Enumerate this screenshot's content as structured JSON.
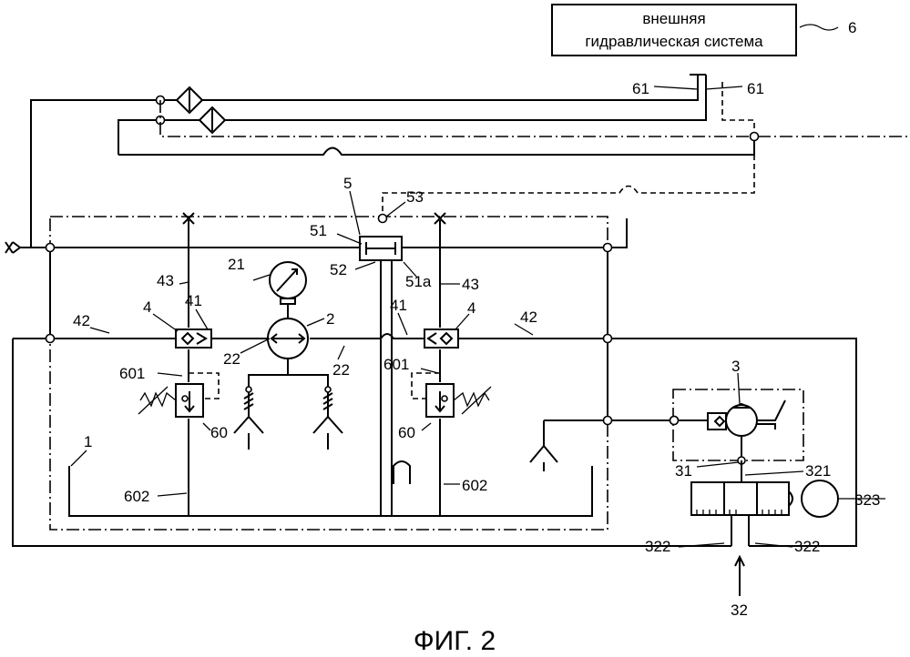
{
  "external_box": {
    "line1": "внешняя",
    "line2": "гидравлическая система"
  },
  "figure_caption": "ФИГ. 2",
  "labels": {
    "l6": "6",
    "l61a": "61",
    "l61b": "61",
    "l5": "5",
    "l53": "53",
    "l51": "51",
    "l52": "52",
    "l51a": "51a",
    "l21": "21",
    "l2": "2",
    "l43a": "43",
    "l43b": "43",
    "l42a": "42",
    "l42b": "42",
    "l41a": "41",
    "l41b": "41",
    "l4a": "4",
    "l4b": "4",
    "l22a": "22",
    "l22b": "22",
    "l601a": "601",
    "l601b": "601",
    "l60a": "60",
    "l60b": "60",
    "l1": "1",
    "l602a": "602",
    "l602b": "602",
    "l3": "3",
    "l31": "31",
    "l321": "321",
    "l323": "323",
    "l322a": "322",
    "l322b": "322",
    "l32": "32"
  }
}
